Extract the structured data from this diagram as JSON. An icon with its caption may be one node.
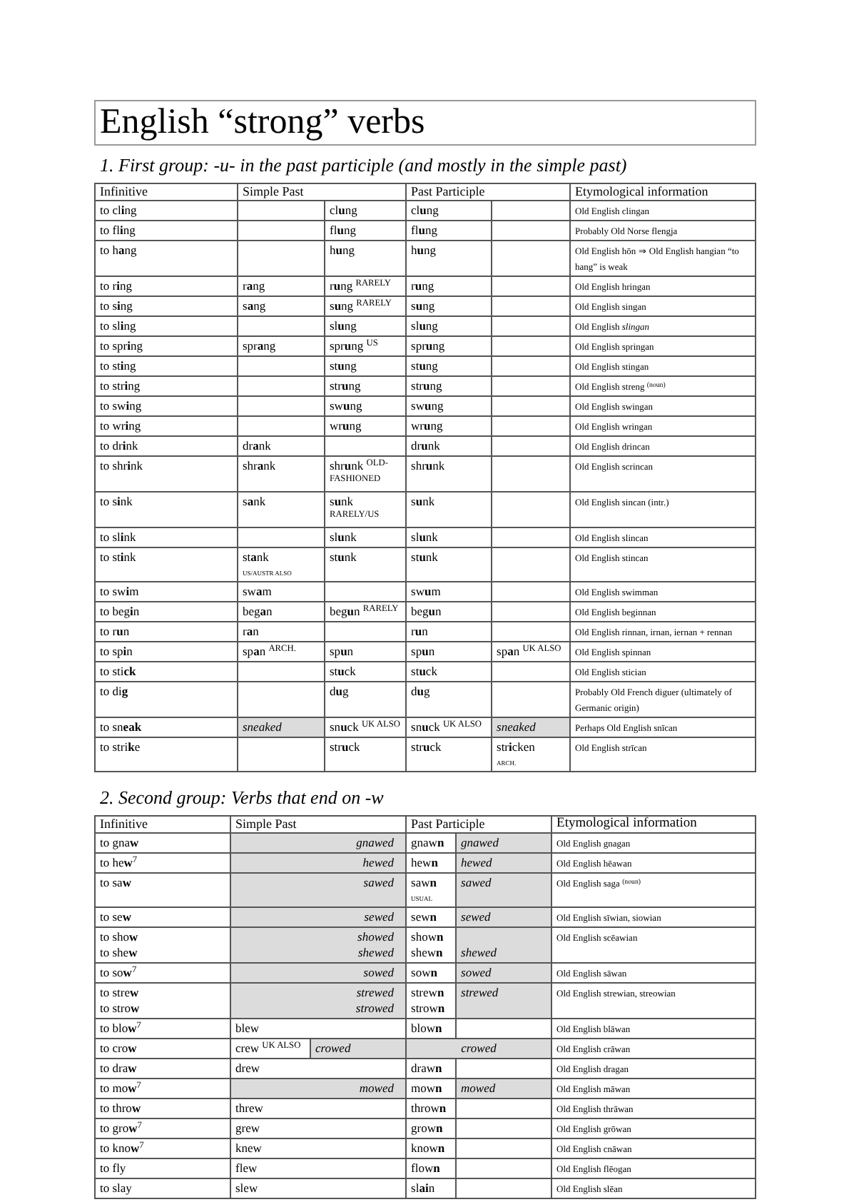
{
  "diagram": {
    "title": "English “strong” verbs",
    "labels": [
      "1.  First group: -u- in the past participle (and mostly in the simple past)",
      "Infinitive",
      "Simple Past",
      "Past Participle",
      "Etymological information",
      "to cl**i**ng",
      "cl**u**ng",
      "cl**u**ng",
      "Old English clingan",
      "to fl**i**ng",
      "fl**u**ng",
      "fl**u**ng",
      "Probably Old Norse flengja",
      "to h**a**ng",
      "h**u**ng",
      "h**u**ng",
      "Old English hōn ⇒ Old English hangian “to hang” is weak",
      "to r**i**ng",
      "r**a**ng",
      "r**u**ng $^{RARELY}$",
      "r**u**ng",
      "Old English hringan",
      "to s**i**ng",
      "s**a**ng",
      "s**u**ng $^{RARELY}$",
      "s**u**ng",
      "Old English singan",
      "to sl**i**ng",
      "sl**u**ng",
      "sl**u**ng",
      "Old English *slingan*",
      "to spr**i**ng",
      "spr**a**ng",
      "spr**u**ng $^{US}$",
      "spr**u**ng",
      "Old English springan",
      "to st**i**ng",
      "st**u**ng",
      "st**u**ng",
      "Old English stingan",
      "to str**i**ng",
      "str**u**ng",
      "str**u**ng",
      "Old English streng $^{(noun)}$",
      "to sw**i**ng",
      "sw**u**ng",
      "sw**u**ng",
      "Old English swingan",
      "to wr**i**ng",
      "wr**u**ng",
      "wr**u**ng",
      "Old English wringan",
      "to dr**i**nk",
      "dr**a**nk",
      "dr**u**nk",
      "Old English drincan",
      "to shr**i**nk",
      "shr**a**nk",
      "shr**u**nk $^{OLD-FASHIONED}$",
      "shr**u**nk",
      "Old English scrincan",
      "to s**i**nk",
      "s**a**nk",
      "s**u**nk $^{RARELY/US}$",
      "s**u**nk",
      "Old English sincan (intr.)",
      "to sl**i**nk",
      "sl**u**nk",
      "sl**u**nk",
      "Old English slincan",
      "to st**i**nk",
      "st**a**nk",
      "US/AUSTR ALSO",
      "st**u**nk",
      "st**u**nk",
      "Old English stincan",
      "to sw**i**m",
      "sw**a**m",
      "sw**u**m",
      "Old English swimman",
      "to beg**i**n",
      "beg**a**n",
      "beg**u**n $^{RARELY}$",
      "beg**u**n",
      "Old English beginnan",
      "to r**u**n",
      "r**a**n",
      "r**u**n",
      "Old English rinnan, irnan, iernan + rennan",
      "to sp**i**n",
      "sp**a**n $^{ARCH.}$",
      "sp**u**n",
      "sp**u**n",
      "sp**a**n $^{UK ALSO}$",
      "Old English spinnan",
      "to sti**ck**",
      "st**u**ck",
      "st**u**ck",
      "Old English stician",
      "to di**g**",
      "d**u**g",
      "d**u**g",
      "Probably Old French diguer (ultimately of Germanic origin)",
      "to sn**eak**",
      "sneaked",
      "sn**u**ck $^{UK ALSO}$",
      "sn**u**ck $^{UK ALSO}$",
      "sneaked",
      "Perhaps Old English snīcan",
      "to stri**k**e",
      "str**u**ck",
      "str**u**ck",
      "str**i**cken",
      "ARCH.",
      "Old English strīcan",
      "2.  Second group: Verbs that end on -w",
      "Infinitive",
      "Simple Past",
      "Past Participle",
      "Etymological information",
      "to gna**w**",
      "gnawed",
      "gnaw**n**",
      "gnawed",
      "Old English gnagan",
      "to he**w**$^{7}$",
      "hewed",
      "hew**n**",
      "hewed",
      "Old English hēawan",
      "to sa**w**",
      "sawed",
      "saw**n**",
      "USUAL",
      "sawed",
      "Old English saga $^{(noun)}$",
      "to se**w**",
      "sewed",
      "sew**n**",
      "sewed",
      "Old English sīwian, siowian",
      "to sho**w**",
      "to she**w**",
      "showed",
      "shewed",
      "show**n**",
      "shew**n**",
      "shewed",
      "Old English scēawian",
      "to so**w**$^{7}$",
      "sowed",
      "sow**n**",
      "sowed",
      "Old English sāwan",
      "to stre**w**",
      "to stro**w**",
      "strewed",
      "strowed",
      "strew**n**",
      "strow**n**",
      "strewed",
      "Old English strewian, streowian",
      "to blo**w**$^{7}$",
      "blew",
      "blow**n**",
      "Old English blāwan",
      "to cro**w**",
      "crew $^{UK ALSO}$",
      "crowed",
      "crowed",
      "Old English crāwan",
      "to dra**w**",
      "drew",
      "draw**n**",
      "Old English dragan",
      "to mo**w**$^{7}$",
      "mowed",
      "mow**n**",
      "mowed",
      "Old English māwan",
      "to thro**w**",
      "threw",
      "throw**n**",
      "Old English thrāwan",
      "to gro**w**$^{7}$",
      "grew",
      "grow**n**",
      "Old English grōwan",
      "to kno**w**$^{7}$",
      "knew",
      "know**n**",
      "Old English cnāwan",
      "to fly",
      "flew",
      "flow**n**",
      "Old English flēogan",
      "to slay",
      "slew",
      "sl**ai**n",
      "Old English slēan"
    ]
  }
}
